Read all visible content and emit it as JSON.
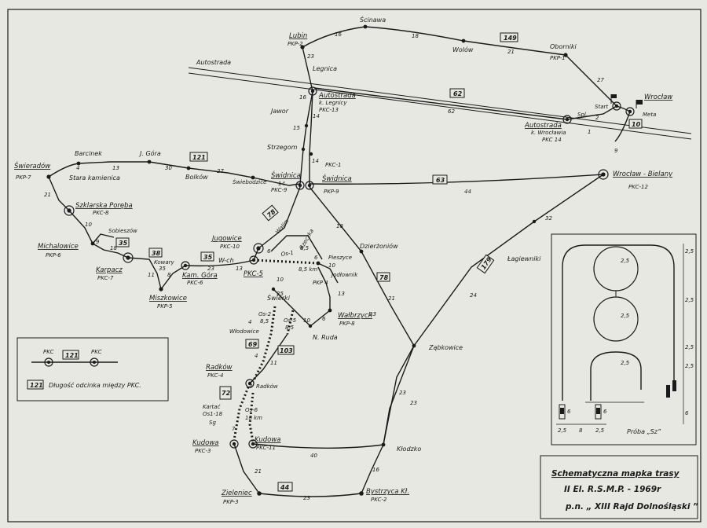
{
  "colors": {
    "paper": "#e8e8e3",
    "ink": "#1a1a1a"
  },
  "title": {
    "line1": "Schematyczna mapka trasy",
    "line2": "II El. R.S.M.P. - 1969r",
    "line3": "p.n. „ XIII Rajd Dolnośląski ”"
  },
  "legend": {
    "pkc_a": "PKC",
    "pkc_b": "PKC",
    "dist_box": "121",
    "note_box": "121",
    "note": "Długość odcinka między PKC."
  },
  "test": {
    "label": "Próba „Sz”",
    "r1": "2,5",
    "r2": "2,5",
    "r3": "2,5",
    "s1": "2,5",
    "s2": "2,5",
    "s3": "2,5",
    "s4": "2,5",
    "b1": "2,5",
    "b2": "8",
    "b3": "2,5",
    "w1": "6",
    "w2": "6",
    "w3": "6"
  },
  "places": {
    "lubin": "Lubin",
    "pkp2": "PKP-2",
    "scinawa": "Ścinawa",
    "wolow": "Wolów",
    "oborniki": "Oborniki",
    "pkp1": "PKP-1",
    "wroclaw": "Wrocław",
    "start": "Start",
    "meta": "Meta",
    "autostrada_l": "Autostrada",
    "legnica": "Legnica",
    "auto_legn1": "Autostrada",
    "auto_legn2": "k. Legnicy",
    "pkc13": "PKC-13",
    "jawor": "Jawor",
    "spl": "Spl.",
    "auto_wr1": "Autostrada",
    "auto_wr2": "k. Wrocławia",
    "pkc14": "PKC 14",
    "strzegom": "Strzegom",
    "barcinek": "Barcinek",
    "jgora": "J. Góra",
    "swieradow": "Świeradów",
    "pkp7": "PKP-7",
    "stara_kam": "Stara kamienica",
    "bolkow": "Bolków",
    "swiebodzice": "Świebodzice",
    "swidnica": "Świdnica",
    "pkc9": "PKC-9",
    "pkc1": "PKC-1",
    "swidnica2": "Świdnica",
    "pkp9": "PKP-9",
    "wr_bielany": "Wrocław - Bielany",
    "pkc12": "PKC-12",
    "szklarska": "Szklarska Poręba",
    "pkc8": "PKC-8",
    "sobieszow": "Sobieszów",
    "michalowice": "Michalowice",
    "pkp6": "PKP-6",
    "karpacz": "Karpacz",
    "pkc7": "PKC-7",
    "kowary": "Kowary",
    "kam_gora": "Kam. Góra",
    "pkc6": "PKC-6",
    "miszkowice": "Miszkowice",
    "pkp5": "PKP-5",
    "jugowice": "Jugowice",
    "pkc10": "PKC-10",
    "wch": "W-ch",
    "pkc5": "PKC-5",
    "walim": "Walim",
    "rzeczka": "Rzeczka",
    "dzierzoniow": "Dzierżoniów",
    "pieszyce": "Pieszyce",
    "jodlownik": "Jodłownik",
    "pkp4": "PKP 4",
    "lagiewniki": "Łagiewniki",
    "swierki": "Świerki",
    "walbrzych": "Wałbrzych",
    "pkp8": "PKP-8",
    "nruda": "N. Ruda",
    "wlodowice": "Włodowice",
    "zabkowice": "Ząbkowice",
    "radkow": "Radków",
    "pkc4": "PKC-4",
    "radkow2": "Radków",
    "kartowice": "Kartać",
    "kudowa": "Kudowa",
    "pkc3": "PKC-3",
    "kudowa2": "Kudowa",
    "pkc11": "PKC-11",
    "klodzko": "Kłodzko",
    "zieleniec": "Zieleniec",
    "pkp3": "PKP-3",
    "bystrzyca": "Bystrzyca Kł.",
    "pkc2": "PKC-2"
  },
  "special": {
    "os1a": "Os-1",
    "os1b": "8,5",
    "os1c": "8,5 km",
    "os2a": "Os-2",
    "os2b": "8,5",
    "os5a": "Os-5",
    "os5b": "8,5",
    "os6a": "Os-6",
    "os6b": "18 km",
    "os18": "Os1-18",
    "sg": "Sg"
  },
  "boxed_distances": {
    "d149": "149",
    "d62": "62",
    "d10": "10",
    "d121": "121",
    "d63": "63",
    "d78": "78",
    "d35a": "35",
    "d38": "38",
    "d35b": "35",
    "d78b": "78",
    "d179": "179",
    "d69": "69",
    "d103": "103",
    "d72": "72",
    "d44": "44"
  },
  "distances": {
    "n16a": "16",
    "n18a": "18",
    "n21a": "21",
    "n27": "27",
    "n23a": "23",
    "n16b": "16",
    "n15": "15",
    "n14a": "14",
    "n14b": "14",
    "n2": "2",
    "n1": "1",
    "n9a": "9",
    "n62": "62",
    "n4a": "4",
    "n13a": "13",
    "n30": "30",
    "n27b": "27",
    "n14c": "14",
    "n44a": "44",
    "n21b": "21",
    "n10a": "10",
    "n9b": "9",
    "n18b": "18",
    "n8": "8",
    "n35": "35",
    "n11": "11",
    "n23b": "23",
    "n13b": "13",
    "n6a": "6",
    "n18c": "18",
    "n10b": "10",
    "n10c": "10",
    "n6b": "6",
    "n4b": "4",
    "n13c": "13",
    "n24": "24",
    "n32": "32",
    "n21c": "21",
    "n23c": "23",
    "n25a": "25",
    "n10d": "10",
    "n6c": "6",
    "n4c": "4",
    "n11b": "11",
    "n4d": "4",
    "n7": "7",
    "n23d": "23",
    "n23e": "23",
    "n40": "40",
    "n21d": "21",
    "n23f": "23",
    "n16c": "16"
  }
}
